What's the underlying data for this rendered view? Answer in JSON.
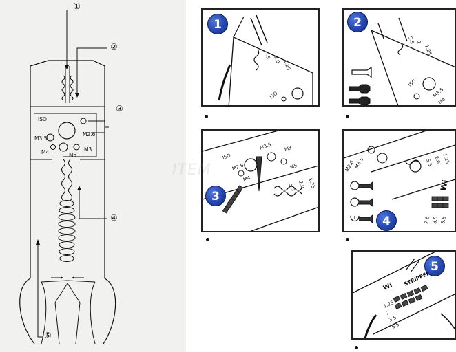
{
  "callouts": [
    "①",
    "②",
    "③",
    "④",
    "⑤"
  ],
  "tool_labels": {
    "iso": "ISO",
    "m35": "M3.5",
    "m26": "M2.6",
    "m3": "M3",
    "m4": "M4",
    "m5": "M5"
  },
  "steps": [
    "1",
    "2",
    "3",
    "4",
    "5"
  ],
  "panel1": {
    "gauges": [
      "5.5",
      "2.0",
      "1.25"
    ],
    "iso": "ISO"
  },
  "panel2": {
    "gauges": [
      "5.5",
      "2",
      "1.25"
    ],
    "iso": "ISO",
    "m35": "M3.5",
    "m4": "M4"
  },
  "panel3": {
    "iso": "ISO",
    "m26": "M2.6",
    "m3": "M3",
    "m35": "M3.5",
    "m4": "M4",
    "m5": "M5",
    "gauges": [
      "5.5",
      "2.0",
      "1.25"
    ]
  },
  "panel4": {
    "m26": "M2.6",
    "m35": "M3.5",
    "wire_prefix": "Wi",
    "gauges": [
      "5.5",
      "2.0",
      "1.25"
    ],
    "sizes": [
      "2.6",
      "3.5",
      "5.5"
    ]
  },
  "panel5": {
    "wire_prefix": "Wi",
    "stripper": "STRIPPER",
    "sizes": [
      "1.25",
      "2",
      "3.5",
      "5.5"
    ]
  },
  "watermark": "ITEM"
}
